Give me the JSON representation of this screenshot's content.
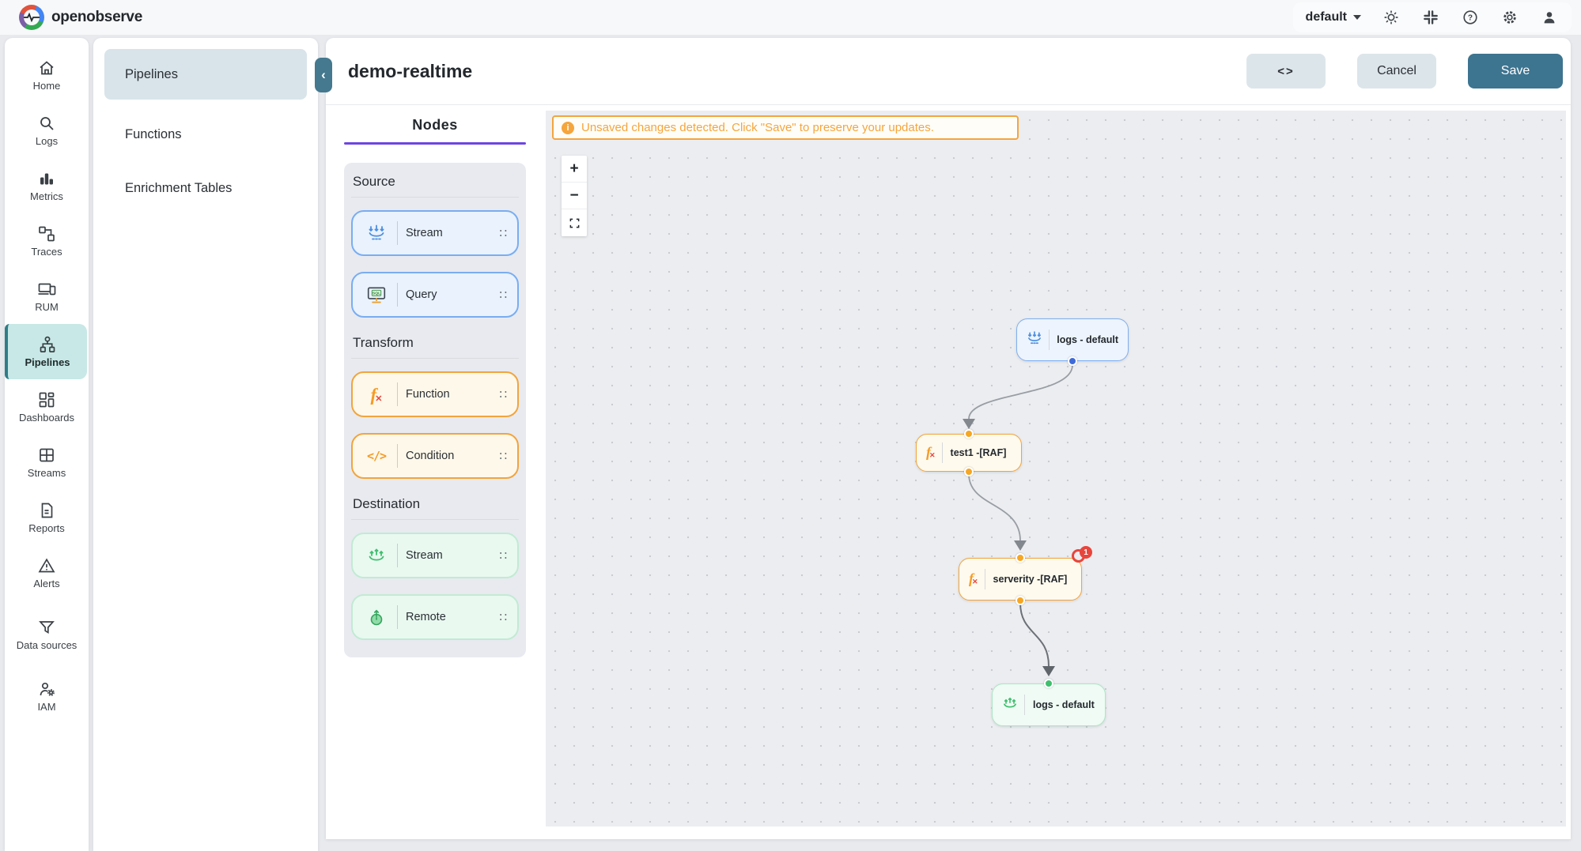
{
  "brand": {
    "name": "openobserve"
  },
  "topbar": {
    "org": "default"
  },
  "sidebar": {
    "items": [
      {
        "label": "Home"
      },
      {
        "label": "Logs"
      },
      {
        "label": "Metrics"
      },
      {
        "label": "Traces"
      },
      {
        "label": "RUM"
      },
      {
        "label": "Pipelines",
        "active": true
      },
      {
        "label": "Dashboards"
      },
      {
        "label": "Streams"
      },
      {
        "label": "Reports"
      },
      {
        "label": "Alerts"
      },
      {
        "label": "Data sources"
      },
      {
        "label": "IAM"
      }
    ]
  },
  "subnav": {
    "items": [
      {
        "label": "Pipelines",
        "active": true
      },
      {
        "label": "Functions"
      },
      {
        "label": "Enrichment Tables"
      }
    ]
  },
  "editor": {
    "title": "demo-realtime",
    "code_icon": "<>",
    "cancel": "Cancel",
    "save": "Save"
  },
  "nodes_panel": {
    "title": "Nodes",
    "sections": [
      {
        "title": "Source",
        "items": [
          {
            "label": "Stream",
            "icon": "stream-in-icon"
          },
          {
            "label": "Query",
            "icon": "sql-query-icon"
          }
        ]
      },
      {
        "title": "Transform",
        "items": [
          {
            "label": "Function",
            "icon": "function-icon",
            "glyph": ""
          },
          {
            "label": "Condition",
            "icon": "condition-icon",
            "glyph": "</>"
          }
        ]
      },
      {
        "title": "Destination",
        "items": [
          {
            "label": "Stream",
            "icon": "stream-out-icon"
          },
          {
            "label": "Remote",
            "icon": "remote-icon"
          }
        ]
      }
    ]
  },
  "canvas": {
    "banner": "Unsaved changes detected. Click \"Save\" to preserve your updates.",
    "zoom_in": "+",
    "zoom_out": "−",
    "flow": [
      {
        "label": "logs - default",
        "type": "stream-source"
      },
      {
        "label": "test1 -[RAF]",
        "type": "function"
      },
      {
        "label": "serverity -[RAF]",
        "type": "function",
        "badge": "1"
      },
      {
        "label": "logs - default",
        "type": "stream-destination"
      }
    ]
  },
  "colors": {
    "accent_teal": "#3D7490",
    "sidebar_active_bg": "#C7E8E6",
    "sidebar_active_bar": "#2F7D86",
    "purple_accent": "#6E45E2",
    "orange": "#F2A43D",
    "blue": "#79ADF1",
    "green": "#3FBF6E",
    "error_red": "#E8453C",
    "canvas_bg": "#ECEDF0"
  }
}
